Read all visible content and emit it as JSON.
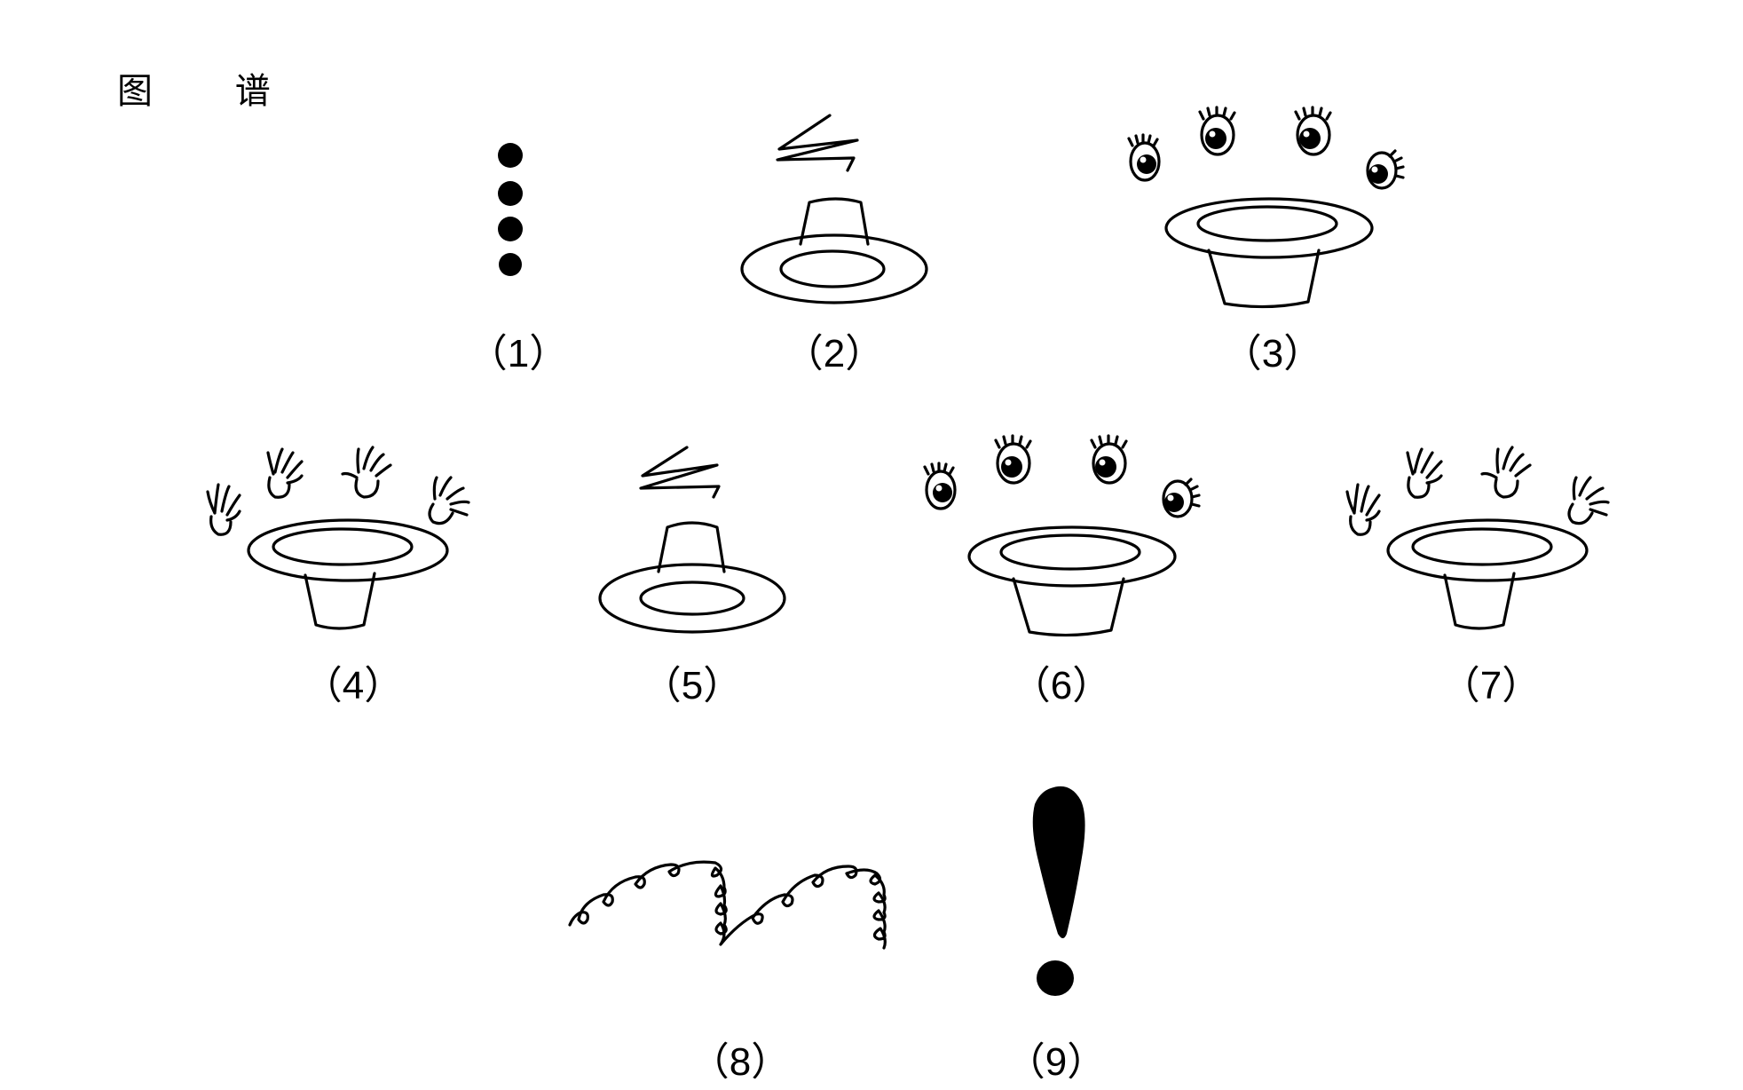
{
  "title": "图 谱",
  "figures": [
    {
      "id": 1,
      "icon": "four-dots-icon",
      "caption": "（1）"
    },
    {
      "id": 2,
      "icon": "hat-with-zigzag-icon",
      "caption": "（2）"
    },
    {
      "id": 3,
      "icon": "upturned-hat-with-eyes-icon",
      "caption": "（3）"
    },
    {
      "id": 4,
      "icon": "upturned-hat-with-hands-icon",
      "caption": "（4）"
    },
    {
      "id": 5,
      "icon": "hat-with-zigzag-icon",
      "caption": "（5）"
    },
    {
      "id": 6,
      "icon": "upturned-hat-with-eyes-icon",
      "caption": "（6）"
    },
    {
      "id": 7,
      "icon": "upturned-hat-with-hands-icon",
      "caption": "（7）"
    },
    {
      "id": 8,
      "icon": "curly-loops-icon",
      "caption": "（8）"
    },
    {
      "id": 9,
      "icon": "exclamation-mark-icon",
      "caption": "（9）"
    }
  ]
}
